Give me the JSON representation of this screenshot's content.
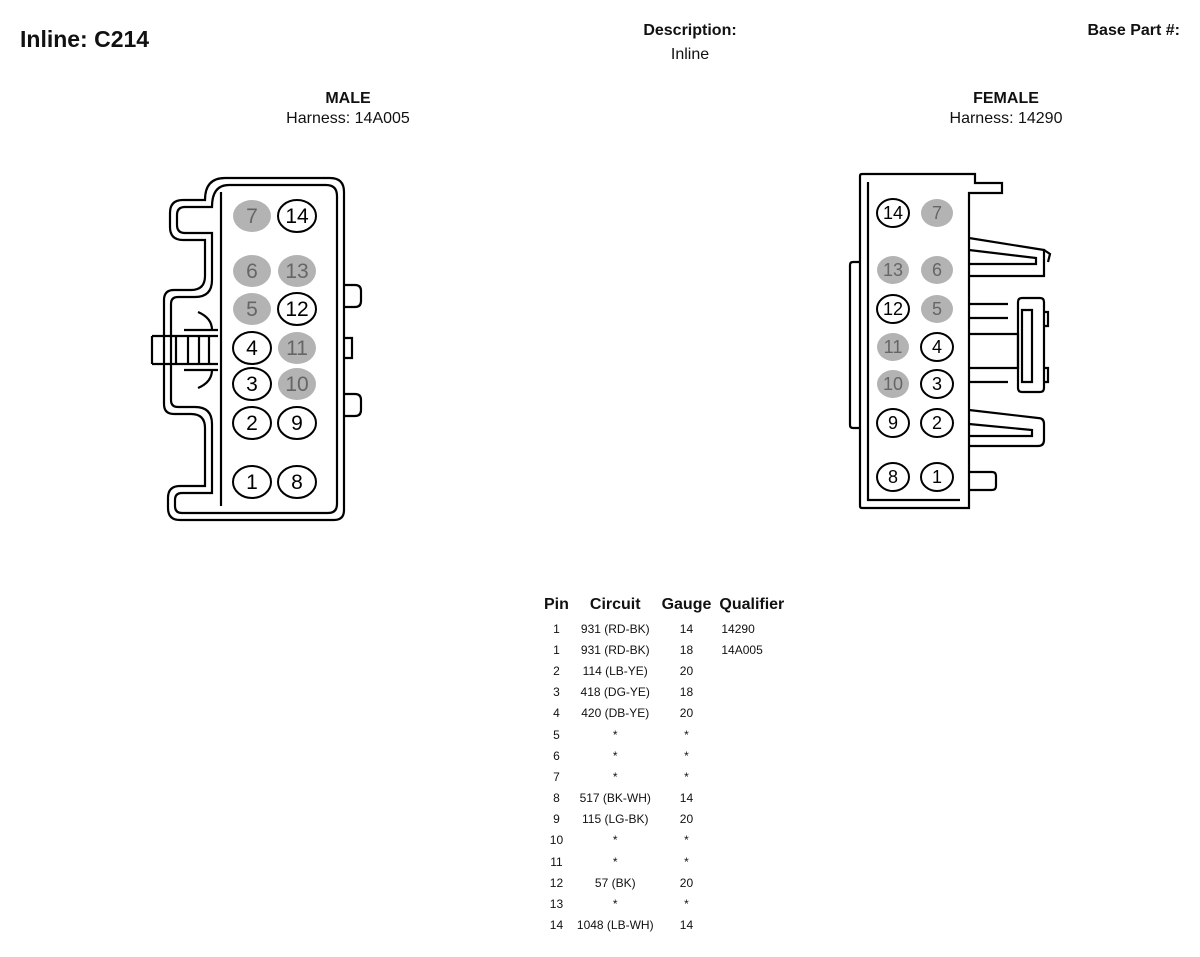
{
  "header": {
    "title": "Inline: C214",
    "description_label": "Description:",
    "description_value": "Inline",
    "base_part_label": "Base Part #:"
  },
  "male": {
    "title": "MALE",
    "harness": "Harness: 14A005",
    "pins": [
      {
        "number": "7",
        "filled": true
      },
      {
        "number": "14",
        "filled": false
      },
      {
        "number": "6",
        "filled": true
      },
      {
        "number": "13",
        "filled": true
      },
      {
        "number": "5",
        "filled": true
      },
      {
        "number": "12",
        "filled": false
      },
      {
        "number": "4",
        "filled": false
      },
      {
        "number": "11",
        "filled": true
      },
      {
        "number": "3",
        "filled": false
      },
      {
        "number": "10",
        "filled": true
      },
      {
        "number": "2",
        "filled": false
      },
      {
        "number": "9",
        "filled": false
      },
      {
        "number": "1",
        "filled": false
      },
      {
        "number": "8",
        "filled": false
      }
    ]
  },
  "female": {
    "title": "FEMALE",
    "harness": "Harness: 14290",
    "pins": [
      {
        "number": "14",
        "filled": false
      },
      {
        "number": "7",
        "filled": true
      },
      {
        "number": "13",
        "filled": true
      },
      {
        "number": "6",
        "filled": true
      },
      {
        "number": "12",
        "filled": false
      },
      {
        "number": "5",
        "filled": true
      },
      {
        "number": "11",
        "filled": true
      },
      {
        "number": "4",
        "filled": false
      },
      {
        "number": "10",
        "filled": true
      },
      {
        "number": "3",
        "filled": false
      },
      {
        "number": "9",
        "filled": false
      },
      {
        "number": "2",
        "filled": false
      },
      {
        "number": "8",
        "filled": false
      },
      {
        "number": "1",
        "filled": false
      }
    ]
  },
  "colors": {
    "filled_pin": "#b3b3b3",
    "line": "#000000"
  },
  "table": {
    "headers": {
      "pin": "Pin",
      "circuit": "Circuit",
      "gauge": "Gauge",
      "qualifier": "Qualifier"
    },
    "rows": [
      {
        "pin": "1",
        "circuit": "931 (RD-BK)",
        "gauge": "14",
        "qualifier": "14290"
      },
      {
        "pin": "1",
        "circuit": "931 (RD-BK)",
        "gauge": "18",
        "qualifier": "14A005"
      },
      {
        "pin": "2",
        "circuit": "114 (LB-YE)",
        "gauge": "20",
        "qualifier": ""
      },
      {
        "pin": "3",
        "circuit": "418 (DG-YE)",
        "gauge": "18",
        "qualifier": ""
      },
      {
        "pin": "4",
        "circuit": "420 (DB-YE)",
        "gauge": "20",
        "qualifier": ""
      },
      {
        "pin": "5",
        "circuit": "*",
        "gauge": "*",
        "qualifier": ""
      },
      {
        "pin": "6",
        "circuit": "*",
        "gauge": "*",
        "qualifier": ""
      },
      {
        "pin": "7",
        "circuit": "*",
        "gauge": "*",
        "qualifier": ""
      },
      {
        "pin": "8",
        "circuit": "517 (BK-WH)",
        "gauge": "14",
        "qualifier": ""
      },
      {
        "pin": "9",
        "circuit": "115 (LG-BK)",
        "gauge": "20",
        "qualifier": ""
      },
      {
        "pin": "10",
        "circuit": "*",
        "gauge": "*",
        "qualifier": ""
      },
      {
        "pin": "11",
        "circuit": "*",
        "gauge": "*",
        "qualifier": ""
      },
      {
        "pin": "12",
        "circuit": "57 (BK)",
        "gauge": "20",
        "qualifier": ""
      },
      {
        "pin": "13",
        "circuit": "*",
        "gauge": "*",
        "qualifier": ""
      },
      {
        "pin": "14",
        "circuit": "1048 (LB-WH)",
        "gauge": "14",
        "qualifier": ""
      }
    ]
  }
}
